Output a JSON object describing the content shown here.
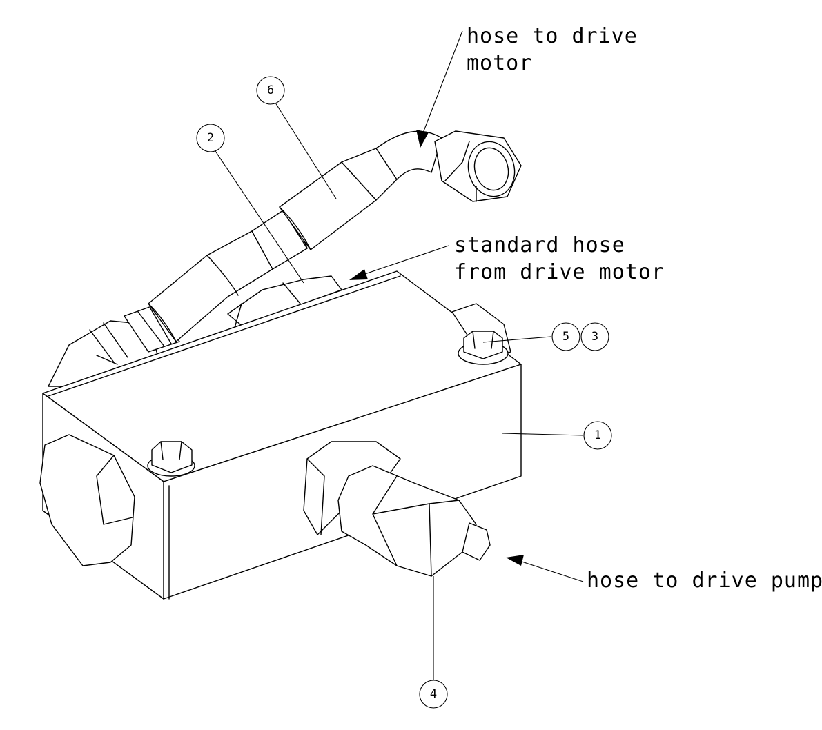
{
  "callouts": [
    {
      "id": "1",
      "label": "1"
    },
    {
      "id": "2",
      "label": "2"
    },
    {
      "id": "3",
      "label": "3"
    },
    {
      "id": "4",
      "label": "4"
    },
    {
      "id": "5",
      "label": "5"
    },
    {
      "id": "6",
      "label": "6"
    }
  ],
  "notes": {
    "hose_to_drive_motor": [
      "hose to drive",
      "motor"
    ],
    "standard_hose": [
      "standard hose",
      "from drive motor"
    ],
    "hose_to_drive_pump": [
      "hose to drive pump"
    ]
  }
}
